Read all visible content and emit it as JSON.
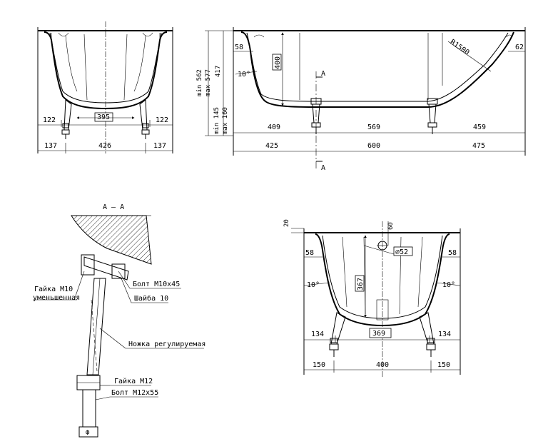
{
  "front_view": {
    "dim_122_left": "122",
    "dim_395": "395",
    "dim_122_right": "122",
    "dim_137_left": "137",
    "dim_426": "426",
    "dim_137_right": "137"
  },
  "side_view": {
    "height_range": "min 562\nmax 577",
    "h_562": "min 562",
    "h_577": "max 577",
    "h_417": "417",
    "leg_145": "min 145",
    "leg_160": "max 160",
    "dim_58": "58",
    "dim_400": "400",
    "radius": "R1500",
    "dim_62": "62",
    "angle": "10°",
    "dim_409": "409",
    "dim_569": "569",
    "dim_459": "459",
    "dim_425": "425",
    "dim_600": "600",
    "dim_475": "475",
    "section_mark_top": "A",
    "section_mark_bottom": "A"
  },
  "section": {
    "title": "А – А",
    "nut_m10": "Гайка М10",
    "nut_m10_sub": "уменьшенная",
    "bolt_m10": "Болт М10х45",
    "washer": "Шайба 10",
    "leg": "Ножка регулируемая",
    "nut_m12": "Гайка М12",
    "bolt_m12": "Болт М12х55"
  },
  "end_view": {
    "dim_20": "20",
    "dim_60": "60",
    "dim_58_left": "58",
    "dia_52": "⌀52",
    "dim_58_right": "58",
    "angle_left": "10°",
    "dim_367": "367",
    "angle_right": "10°",
    "dim_134_left": "134",
    "dim_369": "369",
    "dim_134_right": "134",
    "dim_150_left": "150",
    "dim_400": "400",
    "dim_150_right": "150"
  }
}
